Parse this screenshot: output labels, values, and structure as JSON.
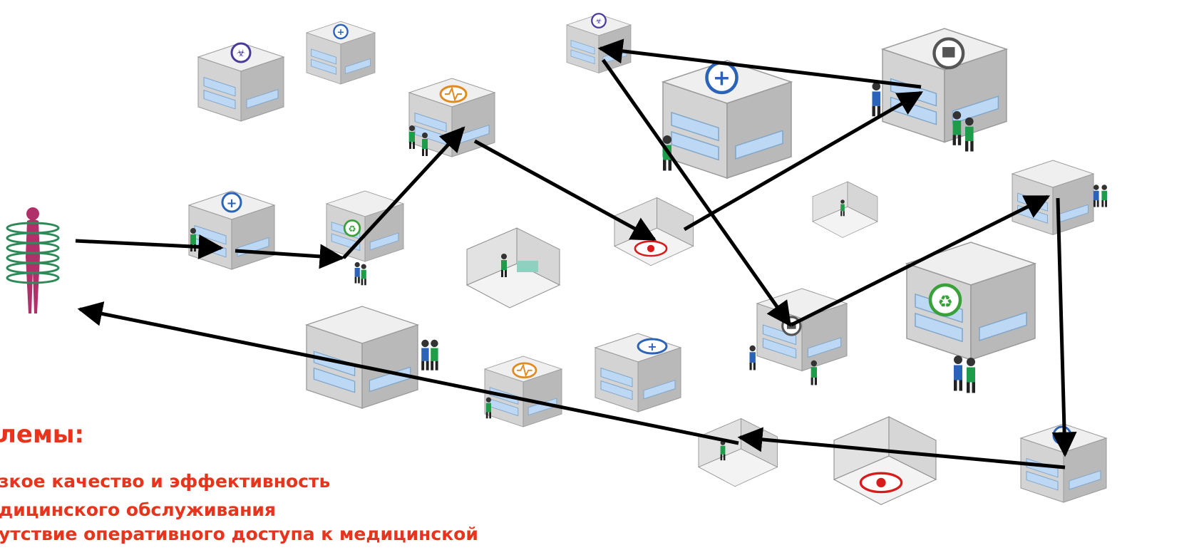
{
  "problems": {
    "title": "лемы:",
    "items": [
      [
        "зкое качество и эффективность",
        "дицинского обслуживания"
      ],
      [
        "утствие оперативного доступа к медицинской"
      ]
    ]
  },
  "colors": {
    "text_red": "#e8341c",
    "arrow": "#000000",
    "building_wall": "#cfcfcf",
    "window_blue": "#bcd8f4",
    "patient": "#b0306a",
    "coil": "#2f8a5a",
    "cross_blue": "#2a63b8",
    "biohazard_purple": "#4a3aa0",
    "lab_green": "#3aa13a",
    "ecg_orange": "#e08a20",
    "radiation_red": "#d81c1c"
  },
  "icons": [
    "patient-icon",
    "biohazard-icon",
    "medical-cross-icon",
    "ecg-icon",
    "microscope-icon",
    "pharmacy-icon",
    "radiation-icon",
    "doctor-icon"
  ]
}
